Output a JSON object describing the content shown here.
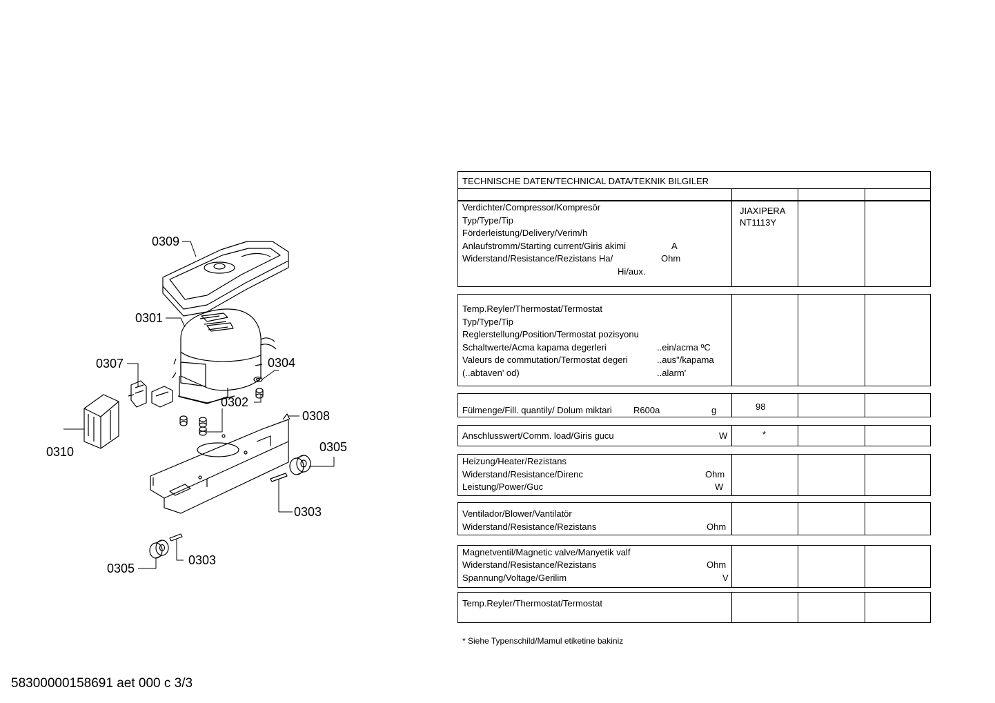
{
  "diagram": {
    "labels": [
      "0309",
      "0301",
      "0307",
      "0304",
      "0302",
      "0308",
      "0310",
      "0305",
      "0303",
      "0305",
      "0303"
    ]
  },
  "footer_code": "58300000158691 aet 000 c 3/3",
  "table": {
    "title": "TECHNISCHE DATEN/TECHNICAL DATA/TEKNIK BILGILER",
    "compressor": {
      "lines": [
        "Verdichter/Compressor/Kompresör",
        "Typ/Type/Tip",
        "Förderleistung/Delivery/Verim/h",
        "Anlaufstromm/Starting current/Giris akimi",
        "Widerstand/Resistance/Rezistans Ha/",
        "Hi/aux."
      ],
      "unit_current": "A",
      "unit_resistance": "Ohm",
      "value_line1": "JIAXIPERA",
      "value_line2": "NT1113Y"
    },
    "thermostat": {
      "lines": [
        "Temp.Reyler/Thermostat/Termostat",
        "Typ/Type/Tip",
        "Reglerstellung/Position/Termostat  pozisyonu",
        "Schaltwerte/Acma kapama degerleri",
        "Valeurs de commutation/Termostat degeri",
        "(..abtaven' od)"
      ],
      "sub": [
        "..ein/acma ºC",
        "..aus\"/kapama",
        "..alarm'"
      ]
    },
    "fill": {
      "label": "Fülmenge/Fill. quantily/ Dolum miktari",
      "refrigerant": "R600a",
      "unit": "g",
      "value": "98"
    },
    "load": {
      "label": "Anschlusswert/Comm. load/Giris gucu",
      "unit": "W",
      "value": "*"
    },
    "heater": {
      "lines": [
        "Heizung/Heater/Rezistans",
        "Widerstand/Resistance/Direnc",
        "Leistung/Power/Guc"
      ],
      "units": [
        "Ohm",
        "W"
      ]
    },
    "blower": {
      "lines": [
        "Ventilador/Blower/Vantilatör",
        "Widerstand/Resistance/Rezistans"
      ],
      "unit": "Ohm"
    },
    "valve": {
      "lines": [
        "Magnetventil/Magnetic valve/Manyetik valf",
        "Widerstand/Resistance/Rezistans",
        "Spannung/Voltage/Gerilim"
      ],
      "units": [
        "Ohm",
        "V"
      ]
    },
    "thermostat2": {
      "label": "Temp.Reyler/Thermostat/Termostat"
    },
    "footnote": "* Siehe Typenschild/Mamul etiketine bakiniz"
  }
}
